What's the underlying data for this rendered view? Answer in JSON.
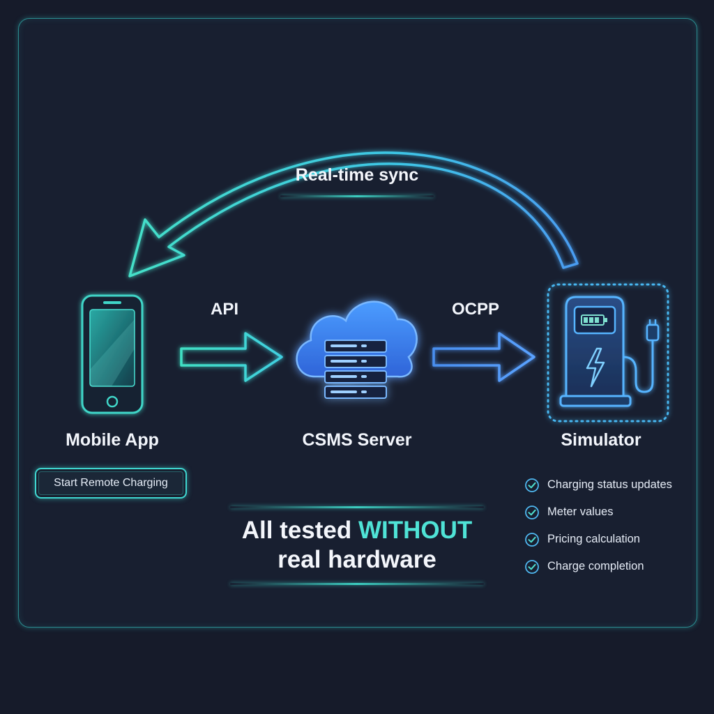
{
  "nodes": {
    "mobile_app": "Mobile App",
    "csms_server": "CSMS Server",
    "simulator": "Simulator"
  },
  "edges": {
    "api": "API",
    "ocpp": "OCPP",
    "sync": "Real-time sync"
  },
  "mobile_action_button": "Start Remote Charging",
  "checklist": [
    "Charging status updates",
    "Meter values",
    "Pricing calculation",
    "Charge completion"
  ],
  "headline": {
    "part1": "All tested",
    "accent": "WITHOUT",
    "part2": "real hardware"
  },
  "icons": {
    "phone": "smartphone-icon",
    "cloud": "cloud-server-icon",
    "charger": "ev-charger-icon",
    "check": "check-circle-icon"
  },
  "colors": {
    "background": "#161b2a",
    "teal": "#3fd6d0",
    "blue": "#4f8cf0",
    "text": "#f2f5fb"
  }
}
